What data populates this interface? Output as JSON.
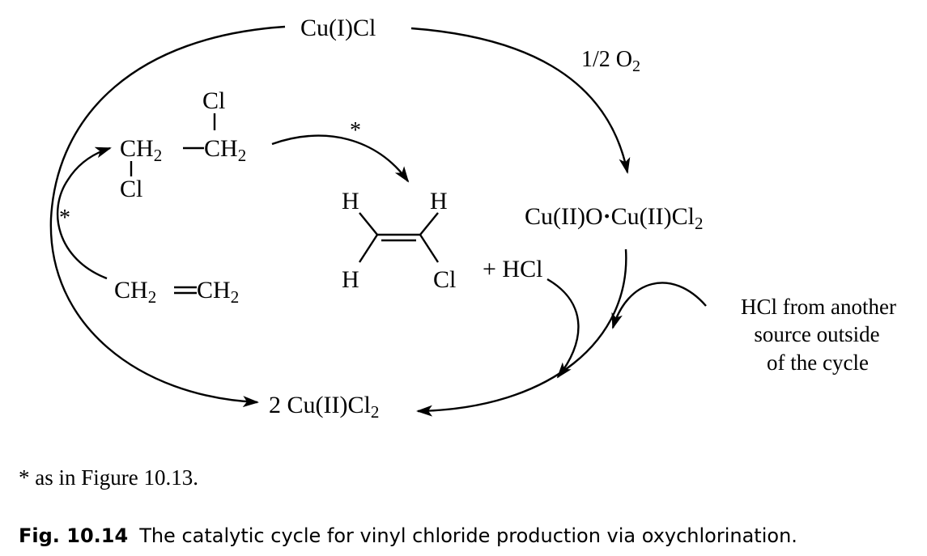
{
  "species": {
    "cu1cl": "Cu(I)Cl",
    "oxygen_base": "1/2 O",
    "oxygen_sub": "2",
    "cu2_oxide_a": "Cu(II)O",
    "cu2_oxide_dot": "·",
    "cu2_oxide_b_base": "Cu(II)Cl",
    "cu2_oxide_b_sub": "2",
    "cu2cl2_base": "2 Cu(II)Cl",
    "cu2cl2_sub": "2",
    "ethylene_left": "CH",
    "ethylene_left_sub": "2",
    "ethylene_right": "CH",
    "ethylene_right_sub": "2",
    "edc_left": "CH",
    "edc_left_sub": "2",
    "edc_right": "CH",
    "edc_right_sub": "2",
    "edc_cl_top": "Cl",
    "edc_cl_bottom": "Cl",
    "vinyl_h1": "H",
    "vinyl_h2": "H",
    "vinyl_h3": "H",
    "vinyl_cl": "Cl",
    "hcl_product": "+ HCl",
    "hcl_external_line1": "HCl from another",
    "hcl_external_line2": "source outside",
    "hcl_external_line3": "of the cycle"
  },
  "markers": {
    "star_left": "*",
    "star_top": "*"
  },
  "footnote": "* as in Figure 10.13.",
  "caption": {
    "number": "Fig. 10.14",
    "text": "The catalytic cycle for vinyl chloride production via oxychlorination."
  }
}
